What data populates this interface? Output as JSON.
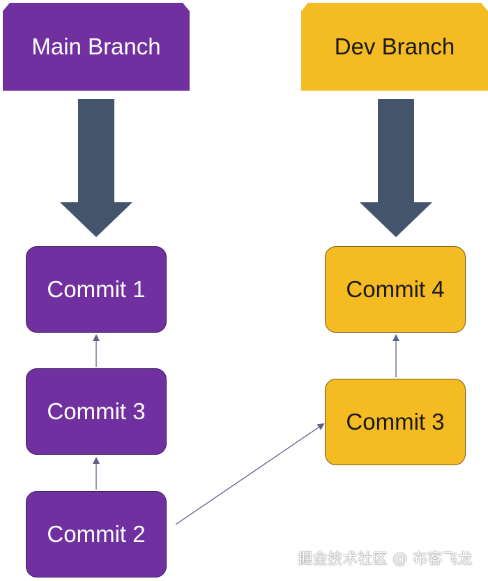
{
  "branches": {
    "main": {
      "label": "Main Branch",
      "color": "#7030a0"
    },
    "dev": {
      "label": "Dev Branch",
      "color": "#f4bb22"
    }
  },
  "main_commits": [
    {
      "label": "Commit 1"
    },
    {
      "label": "Commit 3"
    },
    {
      "label": "Commit 2"
    }
  ],
  "dev_commits": [
    {
      "label": "Commit 4"
    },
    {
      "label": "Commit 3"
    }
  ],
  "arrow_color": "#44546a",
  "connector_color": "#5b5f8c",
  "watermark": "掘金技术社区 @ 布客飞龙"
}
